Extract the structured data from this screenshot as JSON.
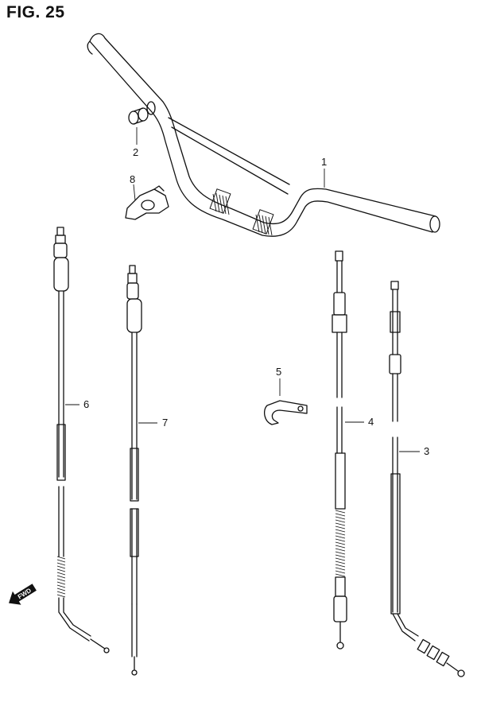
{
  "figure": {
    "title": "FIG. 25"
  },
  "callouts": {
    "handlebar": "1",
    "spacer": "2",
    "cable_3": "3",
    "cable_4": "4",
    "clamp_5": "5",
    "cable_6": "6",
    "cable_7": "7",
    "holder_8": "8"
  },
  "direction_arrow": {
    "label": "FWD",
    "icon": "forward-arrow-icon"
  },
  "colors": {
    "ink": "#111111",
    "paper": "#ffffff"
  }
}
